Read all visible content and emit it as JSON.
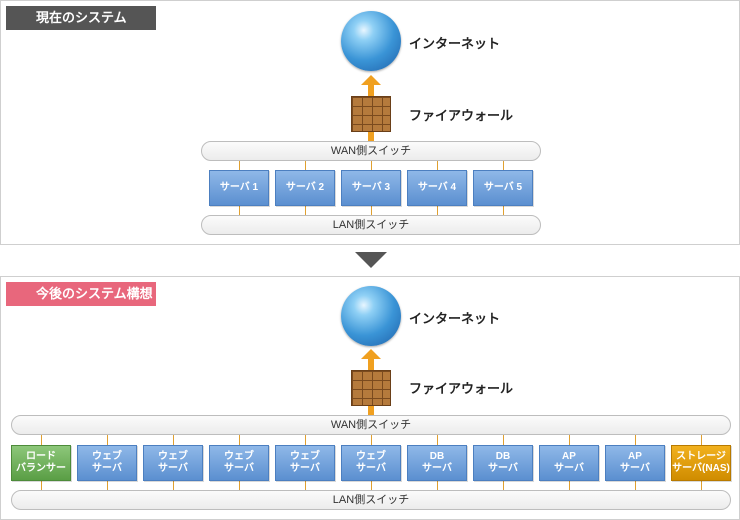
{
  "current": {
    "title": "現在のシステム",
    "internet_label": "インターネット",
    "firewall_label": "ファイアウォール",
    "wan_switch": "WAN側スイッチ",
    "lan_switch": "LAN側スイッチ",
    "servers": [
      "サーバ 1",
      "サーバ 2",
      "サーバ 3",
      "サーバ 4",
      "サーバ 5"
    ]
  },
  "future": {
    "title": "今後のシステム構想案",
    "internet_label": "インターネット",
    "firewall_label": "ファイアウォール",
    "wan_switch": "WAN側スイッチ",
    "lan_switch": "LAN側スイッチ",
    "servers": [
      {
        "label": "ロード\nバランサー",
        "color": "green"
      },
      {
        "label": "ウェブ\nサーバ",
        "color": "blue"
      },
      {
        "label": "ウェブ\nサーバ",
        "color": "blue"
      },
      {
        "label": "ウェブ\nサーバ",
        "color": "blue"
      },
      {
        "label": "ウェブ\nサーバ",
        "color": "blue"
      },
      {
        "label": "ウェブ\nサーバ",
        "color": "blue"
      },
      {
        "label": "DB\nサーバ",
        "color": "blue"
      },
      {
        "label": "DB\nサーバ",
        "color": "blue"
      },
      {
        "label": "AP\nサーバ",
        "color": "blue"
      },
      {
        "label": "AP\nサーバ",
        "color": "blue"
      },
      {
        "label": "ストレージ\nサーバ(NAS)",
        "color": "gold"
      }
    ]
  }
}
